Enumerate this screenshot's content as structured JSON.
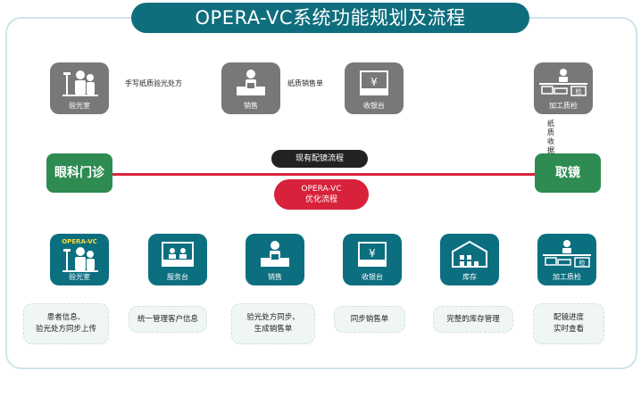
{
  "title": "OPERA-VC系统功能规划及流程",
  "existing_flow": {
    "label": "现有配镜流程",
    "nodes": [
      {
        "label": "验光室",
        "icon": "optometrist-icon"
      },
      {
        "label": "销售",
        "icon": "sales-desk-icon"
      },
      {
        "label": "收银台",
        "icon": "cashier-icon"
      },
      {
        "label": "加工质检",
        "icon": "processing-qc-icon"
      }
    ],
    "edges": [
      "手写纸质验光处方",
      "纸质销售单",
      "",
      "纸质收据"
    ]
  },
  "hubs": {
    "start": "眼科门诊",
    "end": "取镜"
  },
  "optimized_flow": {
    "label_line1": "OPERA-VC",
    "label_line2": "优化流程",
    "nodes": [
      {
        "label": "验光室",
        "tag": "OPERA-VC",
        "icon": "optometrist-icon"
      },
      {
        "label": "服务台",
        "icon": "service-desk-icon"
      },
      {
        "label": "销售",
        "icon": "sales-desk-icon"
      },
      {
        "label": "收银台",
        "icon": "cashier-icon"
      },
      {
        "label": "库存",
        "icon": "warehouse-icon"
      },
      {
        "label": "加工质检",
        "icon": "processing-qc-icon"
      }
    ],
    "notes": [
      [
        "患者信息、",
        "验光处方同步上传"
      ],
      [
        "统一管理客户信息"
      ],
      [
        "验光处方同步、",
        "生成销售单"
      ],
      [
        "同步销售单"
      ],
      [
        "完整的库存管理"
      ],
      [
        "配镜进度",
        "实时查看"
      ]
    ]
  },
  "colors": {
    "title_bg": "#0f6e7d",
    "old_node": "#787878",
    "new_node": "#0c6f80",
    "hub": "#2e8b52",
    "optimized": "#d8213a",
    "existing": "#222222"
  }
}
